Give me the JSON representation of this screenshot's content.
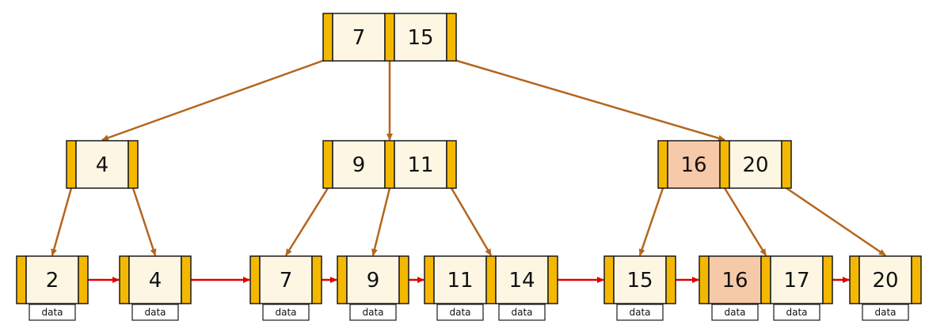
{
  "colors": {
    "pointer": "#f5b800",
    "key_fill": "#fdf6e3",
    "key_highlight": "#f6c9a8",
    "border": "#1a1a1a",
    "tree_edge": "#b5651d",
    "leaf_link": "#e00000"
  },
  "data_label": "data",
  "tree": {
    "root": {
      "keys": [
        "7",
        "15"
      ]
    },
    "internal": [
      {
        "keys": [
          "4"
        ],
        "highlight": [
          false
        ]
      },
      {
        "keys": [
          "9",
          "11"
        ],
        "highlight": [
          false,
          false
        ]
      },
      {
        "keys": [
          "16",
          "20"
        ],
        "highlight": [
          true,
          false
        ]
      }
    ],
    "leaves": [
      {
        "keys": [
          "2"
        ],
        "highlight": [
          false
        ]
      },
      {
        "keys": [
          "4"
        ],
        "highlight": [
          false
        ]
      },
      {
        "keys": [
          "7"
        ],
        "highlight": [
          false
        ]
      },
      {
        "keys": [
          "9"
        ],
        "highlight": [
          false
        ]
      },
      {
        "keys": [
          "11",
          "14"
        ],
        "highlight": [
          false,
          false
        ]
      },
      {
        "keys": [
          "15"
        ],
        "highlight": [
          false
        ]
      },
      {
        "keys": [
          "16",
          "17"
        ],
        "highlight": [
          true,
          false
        ]
      },
      {
        "keys": [
          "20"
        ],
        "highlight": [
          false
        ]
      }
    ]
  }
}
